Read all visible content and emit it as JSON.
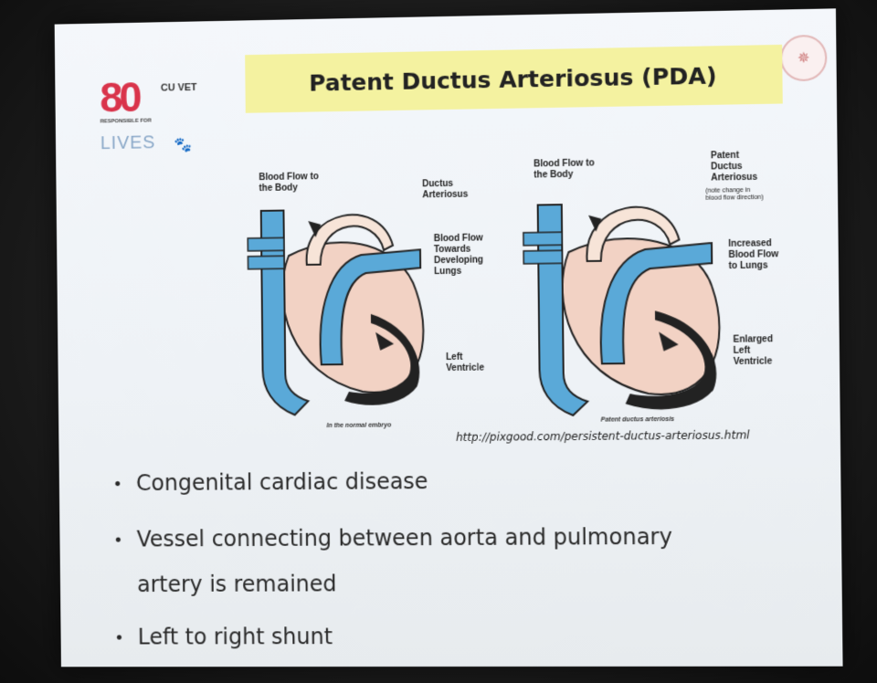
{
  "slide": {
    "title": "Patent Ductus Arteriosus (PDA)",
    "logo": {
      "number": "80",
      "name": "CU VET",
      "tagline": "RESPONSIBLE FOR",
      "lives": "LIVES"
    },
    "source_url": "http://pixgood.com/persistent-ductus-arteriosus.html",
    "diagram_left": {
      "labels": {
        "body_flow": "Blood Flow to\nthe Body",
        "ductus": "Ductus\nArteriosus",
        "lungs_flow": "Blood Flow\nTowards\nDeveloping\nLungs",
        "ventricle": "Left\nVentricle"
      },
      "caption": "In the normal embryo"
    },
    "diagram_right": {
      "labels": {
        "body_flow": "Blood Flow to\nthe Body",
        "patent": "Patent\nDuctus\nArteriosus",
        "patent_note": "(note change in\nblood flow direction)",
        "lungs_flow": "Increased\nBlood Flow\nto Lungs",
        "ventricle": "Enlarged\nLeft\nVentricle"
      },
      "caption": "Patent ductus arteriosis"
    },
    "bullets": [
      "Congenital cardiac disease",
      "Vessel connecting between aorta and pulmonary",
      "artery is remained",
      "Left to right shunt"
    ],
    "colors": {
      "title_bar": "#f4f2a0",
      "vein_blue": "#5aa9d8",
      "heart_pink": "#f2d2c4",
      "ventricle_dark": "#222222",
      "logo_red": "#d9344b"
    }
  }
}
